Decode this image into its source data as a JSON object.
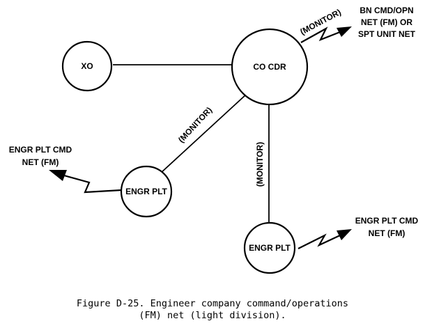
{
  "nodes": {
    "xo": "XO",
    "co_cdr": "CO CDR",
    "engr_plt_left": "ENGR PLT",
    "engr_plt_bottom": "ENGR PLT"
  },
  "edge_labels": {
    "co_to_bn": "(MONITOR)",
    "co_to_left_plt": "(MONITOR)",
    "co_to_bottom_plt": "(MONITOR)"
  },
  "external_nets": {
    "bn": [
      "BN CMD/OPN",
      "NET (FM) OR",
      "SPT UNIT NET"
    ],
    "left_plt": [
      "ENGR PLT CMD",
      "NET (FM)"
    ],
    "bottom_plt": [
      "ENGR PLT CMD",
      "NET (FM)"
    ]
  },
  "caption": {
    "line1": "Figure D-25. Engineer company command/operations",
    "line2": "(FM) net (light division)."
  }
}
